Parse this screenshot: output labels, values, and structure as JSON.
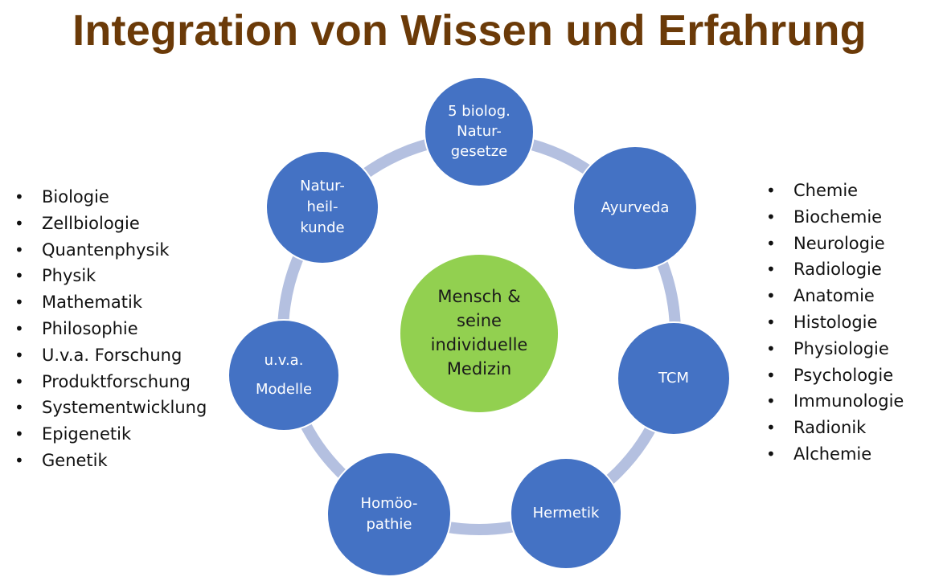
{
  "title": "Integration von Wissen und Erfahrung",
  "colors": {
    "title": "#6b3a08",
    "ring": "#b4c0e0",
    "node_fill": "#4472c4",
    "node_stroke": "#ffffff",
    "center_fill": "#92d050"
  },
  "center": {
    "lines": [
      "Mensch &",
      "seine",
      "individuelle",
      "Medizin"
    ]
  },
  "nodes": [
    {
      "id": "naturgesetze",
      "lines": [
        "5 biolog.",
        "Natur-",
        "gesetze"
      ]
    },
    {
      "id": "ayurveda",
      "lines": [
        "Ayurveda"
      ]
    },
    {
      "id": "tcm",
      "lines": [
        "TCM"
      ]
    },
    {
      "id": "hermetik",
      "lines": [
        "Hermetik"
      ]
    },
    {
      "id": "homoeopathie",
      "lines": [
        "Homöo-",
        "pathie"
      ]
    },
    {
      "id": "modelle",
      "lines": [
        "u.v.a.",
        "Modelle"
      ]
    },
    {
      "id": "naturheilkunde",
      "lines": [
        "Natur-",
        "heil-",
        "kunde"
      ]
    }
  ],
  "left_list": [
    "Biologie",
    "Zellbiologie",
    "Quantenphysik",
    "Physik",
    "Mathematik",
    "Philosophie",
    "U.v.a. Forschung",
    "Produktforschung",
    "Systementwicklung",
    "Epigenetik",
    "Genetik"
  ],
  "right_list": [
    "Chemie",
    "Biochemie",
    "Neurologie",
    "Radiologie",
    "Anatomie",
    "Histologie",
    "Physiologie",
    "Psychologie",
    "Immunologie",
    "Radionik",
    "Alchemie"
  ]
}
